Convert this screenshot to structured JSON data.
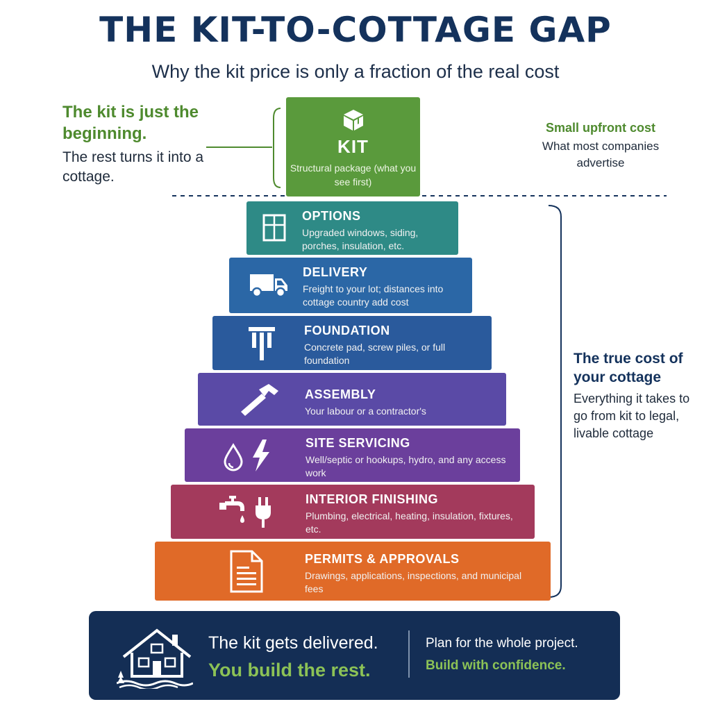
{
  "title": "THE KIT-TO-COTTAGE GAP",
  "subtitle": "Why the kit price is only a fraction of the real cost",
  "left_callout": {
    "heading": "The kit is just the beginning.",
    "body": "The rest turns it into a cottage."
  },
  "right_top": {
    "heading": "Small upfront cost",
    "body": "What most companies advertise"
  },
  "right_mid": {
    "heading": "The true cost of your cottage",
    "body": "Everything it takes to go from kit to legal, livable cottage"
  },
  "kit": {
    "label": "KIT",
    "description": "Structural package (what you see first)",
    "icon": "box-icon",
    "color": "#5a9a3c"
  },
  "tiers": [
    {
      "name": "OPTIONS",
      "description": "Upgraded windows, siding, porches, insulation, etc.",
      "icon": "window-icon",
      "color": "#2e8a86"
    },
    {
      "name": "DELIVERY",
      "description": "Freight to your lot; distances into cottage country add cost",
      "icon": "truck-icon",
      "color": "#2b67a6"
    },
    {
      "name": "FOUNDATION",
      "description": "Concrete pad, screw piles, or full foundation",
      "icon": "pile-icon",
      "color": "#2a5a9c"
    },
    {
      "name": "ASSEMBLY",
      "description": "Your labour or a contractor's",
      "icon": "hammer-icon",
      "color": "#5a4aa6"
    },
    {
      "name": "SITE SERVICING",
      "description": "Well/septic or hookups, hydro, and any access work",
      "icon": "water-power-icon",
      "color": "#6b3f9c"
    },
    {
      "name": "INTERIOR FINISHING",
      "description": "Plumbing, electrical, heating, insulation, fixtures, etc.",
      "icon": "faucet-plug-icon",
      "color": "#a33a5c"
    },
    {
      "name": "PERMITS & APPROVALS",
      "description": "Drawings, applications, inspections, and municipal fees",
      "icon": "document-icon",
      "color": "#e06a28"
    }
  ],
  "banner": {
    "line1": "The kit gets delivered.",
    "line2": "You build the rest.",
    "right1": "Plan for the whole project.",
    "right2": "Build with confidence.",
    "icon": "house-icon",
    "color": "#142e55"
  }
}
